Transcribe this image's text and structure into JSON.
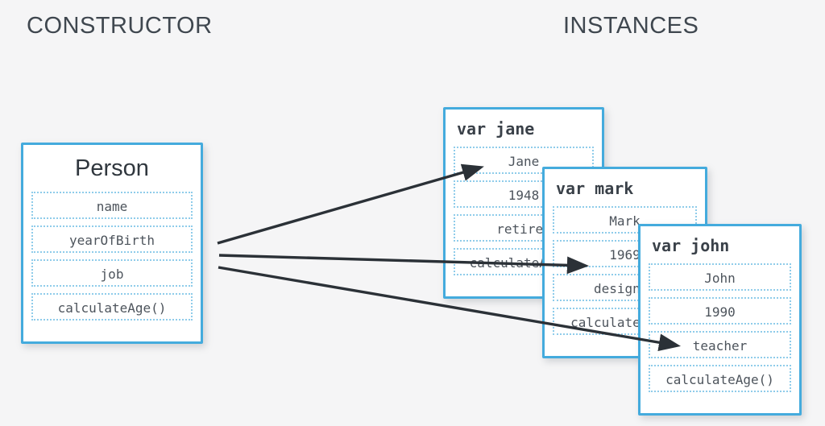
{
  "headers": {
    "left": "CONSTRUCTOR",
    "right": "INSTANCES"
  },
  "constructor_box": {
    "title": "Person",
    "fields": [
      "name",
      "yearOfBirth",
      "job",
      "calculateAge()"
    ]
  },
  "instances": [
    {
      "title": "var jane",
      "fields": [
        "Jane",
        "1948",
        "retired",
        "calculateAge()"
      ]
    },
    {
      "title": "var mark",
      "fields": [
        "Mark",
        "1969",
        "designer",
        "calculateAge()"
      ]
    },
    {
      "title": "var john",
      "fields": [
        "John",
        "1990",
        "teacher",
        "calculateAge()"
      ]
    }
  ],
  "arrows": [
    {
      "from": "Person constructor",
      "to": "jane name field (Jane)"
    },
    {
      "from": "Person constructor",
      "to": "mark yearOfBirth field (1969)"
    },
    {
      "from": "Person constructor",
      "to": "john job field (teacher)"
    }
  ],
  "colors": {
    "background": "#f5f5f6",
    "box_border_blue": "#44abdd",
    "field_dotted_blue": "#8fccea",
    "arrow": "#2b3137",
    "header_text": "#3f474f",
    "field_text": "#4d545c"
  }
}
